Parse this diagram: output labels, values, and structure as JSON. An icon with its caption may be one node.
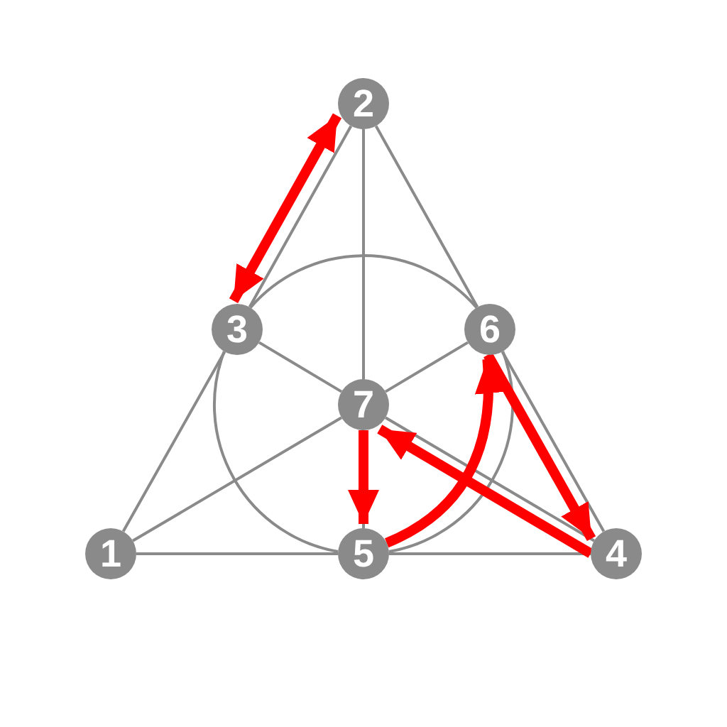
{
  "diagram": {
    "nodes": [
      {
        "text": [
          "2"
        ]
      },
      {
        "text": [
          "3"
        ]
      },
      {
        "text": [
          "6"
        ]
      },
      {
        "text": [
          "7"
        ]
      },
      {
        "text": [
          "1"
        ]
      },
      {
        "text": [
          "5"
        ]
      },
      {
        "text": [
          "4"
        ]
      }
    ],
    "edges": [
      {
        "from": 4,
        "to": 1,
        "arrow": "none"
      },
      {
        "from": 1,
        "to": 0,
        "arrow": "none"
      },
      {
        "from": 0,
        "to": 2,
        "arrow": "none"
      },
      {
        "from": 2,
        "to": 6,
        "arrow": "none"
      },
      {
        "from": 4,
        "to": 5,
        "arrow": "none"
      },
      {
        "from": 5,
        "to": 6,
        "arrow": "none"
      },
      {
        "from": 0,
        "to": 3,
        "arrow": "none"
      },
      {
        "from": 3,
        "to": 5,
        "arrow": "none"
      },
      {
        "from": 1,
        "to": 3,
        "arrow": "none"
      },
      {
        "from": 3,
        "to": 6,
        "arrow": "none"
      },
      {
        "from": 4,
        "to": 3,
        "arrow": "none"
      },
      {
        "from": 3,
        "to": 2,
        "arrow": "none"
      },
      {
        "from": 1,
        "to": 2,
        "arrow": "none"
      },
      {
        "from": 2,
        "to": 5,
        "arrow": "none"
      },
      {
        "from": 5,
        "to": 1,
        "arrow": "none"
      },
      {
        "from": 0,
        "to": 1,
        "arrow": "both",
        "style": "thick",
        "color": "#ff0000"
      },
      {
        "from": 2,
        "to": 6,
        "arrow": "to",
        "style": "thick",
        "color": "#ff0000"
      },
      {
        "from": 6,
        "to": 3,
        "arrow": "to",
        "style": "thick",
        "color": "#ff0000"
      },
      {
        "from": 3,
        "to": 5,
        "arrow": "to",
        "style": "thick",
        "color": "#ff0000"
      },
      {
        "from": 5,
        "to": 2,
        "arrow": "to",
        "style": "thick",
        "color": "#ff0000"
      }
    ]
  }
}
